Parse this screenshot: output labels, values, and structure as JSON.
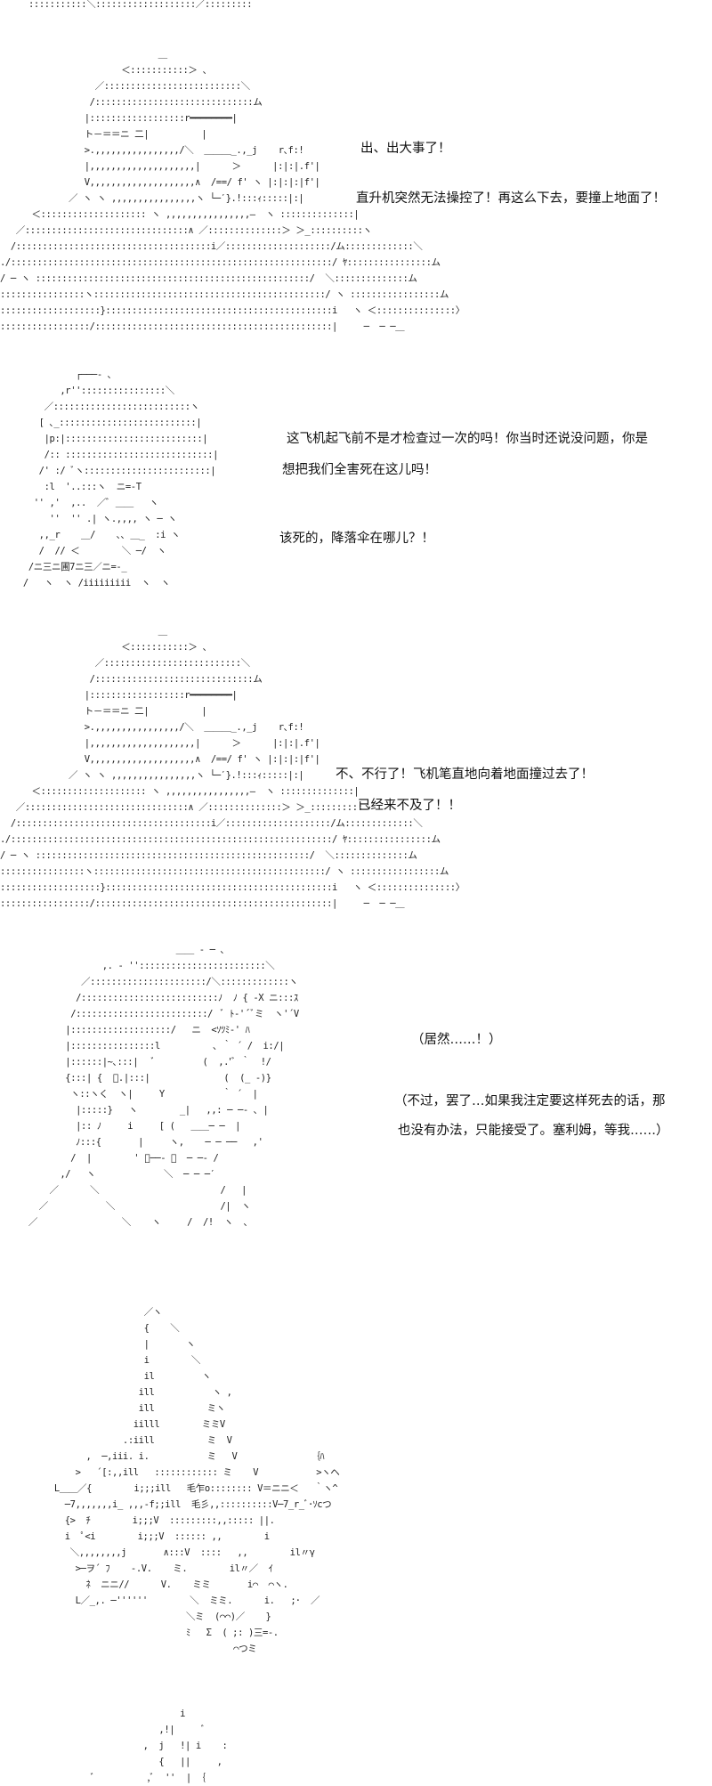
{
  "top_fragment": ":::::::::::＼:::::::::::::::::::／:::::::::",
  "panels": [
    {
      "art": "                              ＿\n                       ＜:::::::::::＞ 、\n                  ／::::::::::::::::::::::::::＼\n                 /::::::::::::::::::::::::::::::ム\n                |::::::::::::::::::r━━━━━━━━|\n                ト－＝＝ニ 二|          |\n                >.,,,,,,,,,,,,,,,,/＼  ＿＿＿_.,_j    r､f:!\n                |,,,,,,,,,,,,,,,,,,,,|      ＞      |:|:|.f'|\n                V,,,,,,,,,,,,,,,,,,,,∧  /==/ f' ヽ |:|:|:|f'|\n             ／ ヽ ヽ ,,,,,,,,,,,,,,,,ヽ └─′}.!:::ｨ:::::|:|\n      ＜:::::::::::::::::::: ヽ ,,,,,,,,,,,,,,,,―  ヽ ::::::::::::::|\n   ／:::::::::::::::::::::::::::::::∧ ／::::::::::::::＞ ＞_::::::::::ヽ\n  /:::::::::::::::::::::::::::::::::::::i／::::::::::::::::::::/ム:::::::::::::＼\n./:::::::::::::::::::::::::::::::::::::::::::::::::::::::::::::/ ﾔ::::::::::::::::ム\n/ ─ ヽ ::::::::::::::::::::::::::::::::::::::::::::::::::::/  ＼::::::::::::::ム\n::::::::::::::::ヽ::::::::::::::::::::::::::::::::::::::::::::/ ヽ :::::::::::::::::ム\n:::::::::::::::::::}:::::::::::::::::::::::::::::::::::::::::::i   ヽ ＜:::::::::::::::〉\n:::::::::::::::::/:::::::::::::::::::::::::::::::::::::::::::::|     ─  ─ ─＿",
      "dialogue": [
        "出、出大事了！",
        "直升机突然无法操控了！再这么下去，要撞上地面了！"
      ]
    },
    {
      "art": "           ┌───‐ ､\n        ,r''::::::::::::::::＼\n     ／::::::::::::::::::::::::::ヽ\n    [ ､_::::::::::::::::::::::::::|\n     |p:|::::::::::::::::::::::::::|\n     /:: ::::::::::::::::::::::::::::|\n    /' :/ ﾞヽ::::::::::::::::::::::::|\n     :l  '..:::ヽ  ニ=‐T\n   '' ,'  ,..  ／ﾞ ＿＿   ヽ\n      ''  '' .| ヽ.,,,, ヽ ─ ヽ\n    ,,_r    ＿/    ､､ ＿_  :i ヽ\n    /  // ＜        ＼ ─/  ヽ\n  /ニ三ニ圃7ニ三／ニ=‐_\n /   ヽ  ヽ /iiiiiiiii  ヽ  ヽ",
      "dialogue": [
        "这飞机起飞前不是才检查过一次的吗！你当时还说没问题，你是",
        "想把我们全害死在这儿吗！",
        "该死的，降落伞在哪儿？！"
      ]
    },
    {
      "art": "                              ＿\n                       ＜:::::::::::＞ 、\n                  ／::::::::::::::::::::::::::＼\n                 /::::::::::::::::::::::::::::::ム\n                |::::::::::::::::::r━━━━━━━━|\n                ト－＝＝ニ 二|          |\n                >.,,,,,,,,,,,,,,,,/＼  ＿＿＿_.,_j    r､f:!\n                |,,,,,,,,,,,,,,,,,,,,|      ＞      |:|:|.f'|\n                V,,,,,,,,,,,,,,,,,,,,∧  /==/ f' ヽ |:|:|:|f'|\n             ／ ヽ ヽ ,,,,,,,,,,,,,,,,ヽ └─′}.!:::ｨ:::::|:|\n      ＜:::::::::::::::::::: ヽ ,,,,,,,,,,,,,,,,―  ヽ ::::::::::::::|\n   ／:::::::::::::::::::::::::::::::∧ ／::::::::::::::＞ ＞_::::::::::ヽ\n  /:::::::::::::::::::::::::::::::::::::i／::::::::::::::::::::/ム:::::::::::::＼\n./:::::::::::::::::::::::::::::::::::::::::::::::::::::::::::::/ ﾔ::::::::::::::::ム\n/ ─ ヽ ::::::::::::::::::::::::::::::::::::::::::::::::::::/  ＼::::::::::::::ム\n::::::::::::::::ヽ::::::::::::::::::::::::::::::::::::::::::::/ ヽ :::::::::::::::::ム\n:::::::::::::::::::}:::::::::::::::::::::::::::::::::::::::::::i   ヽ ＜:::::::::::::::〉\n:::::::::::::::::/:::::::::::::::::::::::::::::::::::::::::::::|     ─  ─ ─＿",
      "dialogue": [
        "不、不行了！飞机笔直地向着地面撞过去了！",
        "已经来不及了！！"
      ]
    },
    {
      "art": "                              ＿＿ ‐ ─ ､\n                ,. ‐ ''::::::::::::::::::::::::＼\n            ／::::::::::::::::::::::/＼:::::::::::::ヽ\n           /::::::::::::::::::::::::::ﾉ  ﾉ { ‐X ニ:::ｽ\n          /:::::::::::::::::::::::::/  ﾞ ﾄ-'´ﾞミ  ヽ'´V\n         |:::::::::::::::::::/   ニ  <ｿﾂﾐ‐' ﾊ\n         |::::::::::::::::l          ､ ｀ ´ /  i:/|\n         |::::::|~､:::|   ﾞ         (  ,.'ﾞ ｀  !/\n         {:::| {  ﾞ.|:::|              (  (_ ‐)}\n          ヽ::ヽく  ヽ|     Y           ｀ ´  |\n           |:::::}   ヽ        _|   ,,: ─ ─‐ ､ |\n           |:: ﾉ     i     [ (   ＿＿─ ─  |\n           ﾉ:::{       |     ヽ,    ─ ─ ──   ,'\n          /  |        ' ﾞ──‐ ､  ─ ─‐ /\n        ,/   ヽ             ＼  ─ ─ ─′\n      ／      ＼                       /   |\n    ／           ＼                    /|  ヽ\n  ／                ＼    ヽ     /  /!  ヽ  ､",
      "dialogue": [
        "（居然……！）",
        "（不过，罢了…如果我注定要这样死去的话，那",
        "也没有办法，只能接受了。塞利姆，等我……）"
      ]
    },
    {
      "art": "                  ／ヽ\n                  {    ＼\n                  |       ヽ\n                  i        ＼\n                  il         ヽ\n                 ill           ヽ ,\n                 ill          ミヽ\n                iilll        ミミV\n              .:iill          ミ  V\n       ,  ─,iii. i.           ミ   V              ｛ﾊ\n     >   ´[:,,ill   :::::::::::: ミ    V           >ヽヘ\n L＿＿／{        i;;;ill   毛乍o:::::::: V＝ニニ＜   ｀ヽ^\n   ─7,,,,,,,i_ ,,,‐f;;ill  毛彡,,::::::::::V─7_r_ﾞ･ｿcつ\n   {>  ﾁ        i;;;V  :::::::::,,::::: ||.\n   i  ﾟ<i        i;;;V  :::::: ,,        i\n    ＼,,,,,,,,j       ∧:::V  ::::   ,,        il〃γ\n     >─ヲ´ ﾌ    ‐.V.    ミ.        il〃／  ｲ\n       ﾈ  ニニ//      V.    ミミ       i⌒  ⌒ヽ.\n     L／_,. ─''''''        ＼  ミミ.      i.   ;･  ／\n                          ＼ミ  (⌒⌒)／    }\n                          ﾐ   Σ  ( ;: )三=-.\n                                   ⌒つミ",
      "dialogue": []
    },
    {
      "art": "                        i\n                    ,!|     ﾞ\n                 ,  j   !| i    :\n                    {   ||     ,\n       ﾞ          ,ﾞ  ''  | ｛",
      "dialogue": []
    }
  ]
}
